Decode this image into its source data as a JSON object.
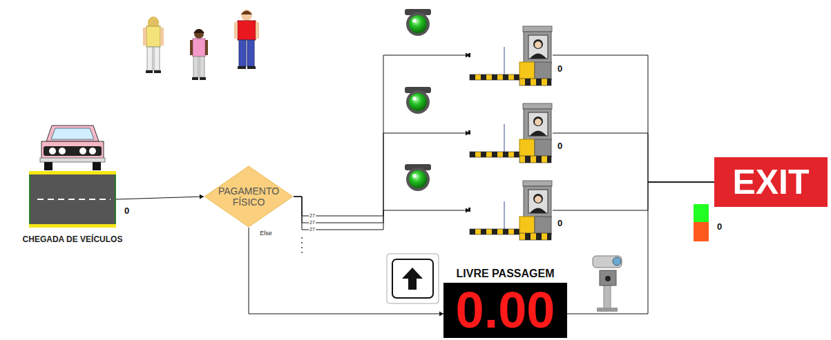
{
  "diagram": {
    "nodes": [
      {
        "text": [
          "CHEGADA DE VEÍCULOS"
        ]
      },
      {
        "text": [
          "PAGAMENTO FÍSICO"
        ]
      },
      {
        "text": [
          "0"
        ]
      },
      {
        "text": [
          "0"
        ]
      },
      {
        "text": [
          "0"
        ]
      },
      {
        "text": [
          "LIVRE PASSAGEM",
          "0.00"
        ]
      },
      {
        "text": [
          "EXIT"
        ]
      }
    ],
    "edges": [
      {
        "from": 0,
        "to": 1,
        "arrow": "to"
      },
      {
        "from": 1,
        "to": 2,
        "label": "27",
        "arrow": "to"
      },
      {
        "from": 1,
        "to": 3,
        "label": "27",
        "arrow": "to"
      },
      {
        "from": 1,
        "to": 4,
        "label": "27",
        "arrow": "to"
      },
      {
        "from": 1,
        "to": 5,
        "label": "Else",
        "arrow": "to"
      },
      {
        "from": 2,
        "to": 6,
        "arrow": "none"
      },
      {
        "from": 3,
        "to": 6,
        "arrow": "none"
      },
      {
        "from": 4,
        "to": 6,
        "arrow": "none"
      },
      {
        "from": 5,
        "to": 6,
        "arrow": "none"
      }
    ],
    "labels": [
      "0",
      "0"
    ]
  }
}
